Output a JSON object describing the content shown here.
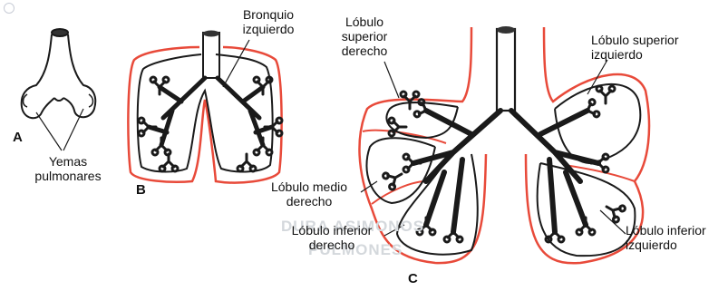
{
  "panels": {
    "a": {
      "letter": "A",
      "yemas": [
        "Yemas",
        "pulmonares"
      ]
    },
    "b": {
      "letter": "B",
      "bronquio": [
        "Bronquio",
        "izquierdo"
      ]
    },
    "c": {
      "letter": "C",
      "lobulo_superior_derecho": [
        "Lóbulo",
        "superior",
        "derecho"
      ],
      "lobulo_superior_izquierdo": [
        "Lóbulo superior",
        "izquierdo"
      ],
      "lobulo_medio_derecho": [
        "Lóbulo medio",
        "derecho"
      ],
      "lobulo_inferior_derecho": [
        "Lóbulo inferior",
        "derecho"
      ],
      "lobulo_inferior_izquierdo": [
        "Lóbulo inferior",
        "izquierdo"
      ]
    }
  },
  "background_text": [
    "DURA ASIMONOS",
    "PULMONES"
  ],
  "colors": {
    "pleura": "#e84a3a",
    "ink": "#1a1a1a"
  }
}
